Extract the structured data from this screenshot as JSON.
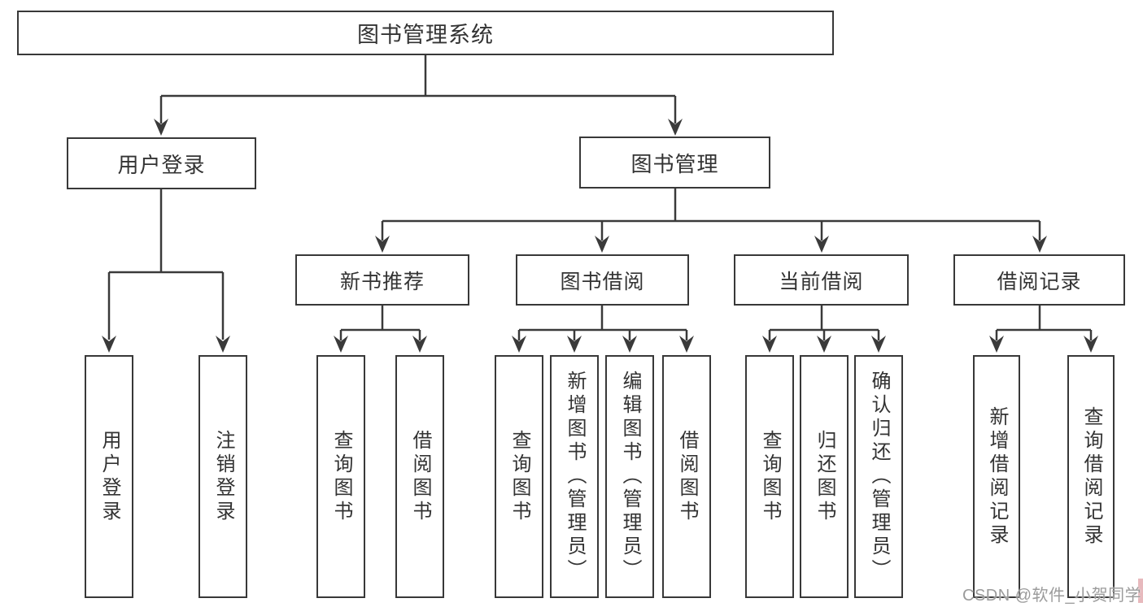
{
  "tree": {
    "label": "图书管理系统",
    "children": [
      {
        "label": "用户登录",
        "children": [
          {
            "label": "用户登录"
          },
          {
            "label": "注销登录"
          }
        ]
      },
      {
        "label": "图书管理",
        "children": [
          {
            "label": "新书推荐",
            "children": [
              {
                "label": "查询图书"
              },
              {
                "label": "借阅图书"
              }
            ]
          },
          {
            "label": "图书借阅",
            "children": [
              {
                "label": "查询图书"
              },
              {
                "label": "新增图书（管理员）"
              },
              {
                "label": "编辑图书（管理员）"
              },
              {
                "label": "借阅图书"
              }
            ]
          },
          {
            "label": "当前借阅",
            "children": [
              {
                "label": "查询图书"
              },
              {
                "label": "归还图书"
              },
              {
                "label": "确认归还（管理员）"
              }
            ]
          },
          {
            "label": "借阅记录",
            "children": [
              {
                "label": "新增借阅记录"
              },
              {
                "label": "查询借阅记录"
              }
            ]
          }
        ]
      }
    ]
  },
  "watermark": {
    "text": "CSDN @软件_小贺同学"
  },
  "colors": {
    "line": "#3a3a3a",
    "box_border": "#383838",
    "text": "#333333",
    "watermark_text": "#9b9b9b",
    "background": "#ffffff"
  }
}
